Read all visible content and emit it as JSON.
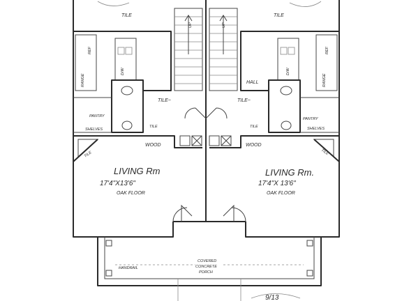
{
  "plan": {
    "labels": {
      "tile_top_left": "TILE",
      "tile_top_right": "TILE",
      "up_left": "UP",
      "up_right": "UP",
      "ref_left": "REF",
      "ref_right": "REF",
      "range_left": "RANGE",
      "range_right": "RANGE",
      "dw_left": "D/W",
      "dw_right": "D/W",
      "hall": "HALL",
      "tile_mid_left": "TILE~",
      "tile_mid_right": "TILE~",
      "pantry_left": "PANTRY",
      "pantry_right": "PANTRY",
      "shelves_left": "SHELVES",
      "shelves_right": "SHELVES",
      "tile_low_left": "TILE",
      "tile_low_right": "TILE",
      "wood_left": "WOOD",
      "wood_right": "WOOD",
      "tile_corner_left": "TILE",
      "tile_corner_right": "TILE",
      "living_left": "LIVING Rm",
      "dims_left": "17'4\"X13'6\"",
      "floor_left": "OAK FLOOR",
      "living_right": "LIVING Rm.",
      "dims_right": "17'4\"X 13'6\"",
      "floor_right": "OAK FLOOR",
      "handrail": "HANDRAIL",
      "porch_line1": "COVERED",
      "porch_line2": "CONCRETE",
      "porch_line3": "PORCH",
      "scribble": "9/13"
    }
  }
}
